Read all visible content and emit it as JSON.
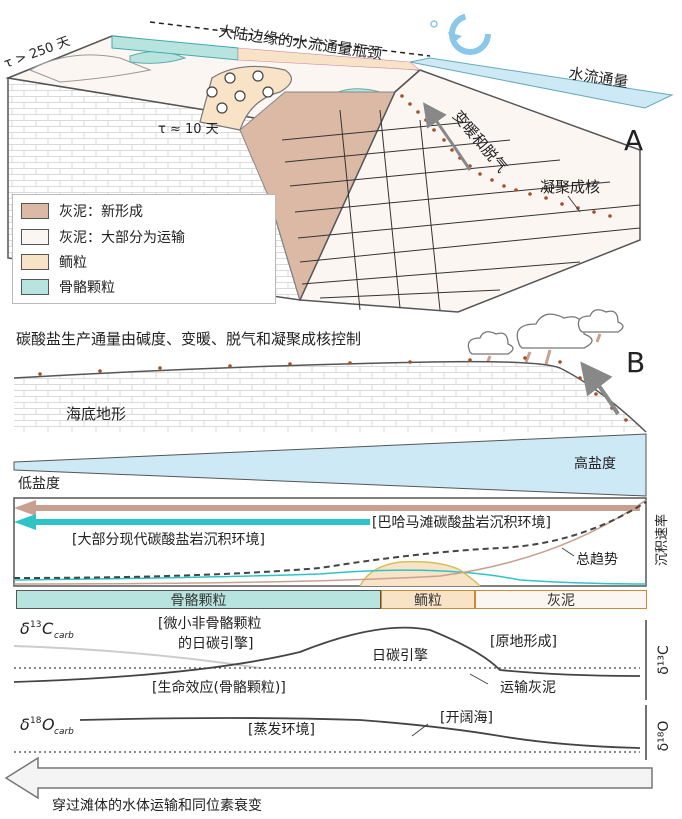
{
  "panel_a": {
    "top_title": "大陆边缘的水流通量瓶颈",
    "flux_label": "水流通量",
    "tau_long": "τ > 250 天",
    "tau_short": "τ ≈ 10 天",
    "warm_degas": "变暖和脱气",
    "nucleation": "凝聚成核",
    "panel_letter": "A"
  },
  "legend": {
    "items": [
      {
        "label": "灰泥：新形成",
        "color": "#dcb9a5"
      },
      {
        "label": "灰泥：大部分为运输",
        "color": "#fbf6f2"
      },
      {
        "label": "鲕粒",
        "color": "#f8e3c7"
      },
      {
        "label": "骨骼颗粒",
        "color": "#b8e4df"
      }
    ]
  },
  "panel_b": {
    "caption": "碳酸盐生产通量由碱度、变暖、脱气和凝聚成核控制",
    "panel_letter": "B",
    "seafloor": "海底地形",
    "low_salinity": "低盐度",
    "high_salinity": "高盐度",
    "bahamas_env": "[巴哈马滩碳酸盐岩沉积环境]",
    "modern_env": "[大部分现代碳酸盐岩沉积环境]",
    "overall_trend": "总趋势",
    "accum_rate": "沉积速率",
    "segments": {
      "skeletal": "骨骼颗粒",
      "ooid": "鲕粒",
      "mud": "灰泥"
    },
    "d13c_label_main": "δ",
    "d13c_label_sup": "13",
    "d13c_label_sub": "C",
    "d13c_label_subscript": "carb",
    "d13c_axis": "δ¹³C",
    "micro_skeletal_1": "[微小非骨骼颗粒",
    "micro_skeletal_2": "的日碳引擎]",
    "diurnal_engine": "日碳引擎",
    "in_situ": "[原地形成]",
    "vital_effect": "[生命效应(骨骼颗粒)]",
    "transported_mud": "运输灰泥",
    "d18o_label_main": "δ",
    "d18o_label_sup": "18",
    "d18o_label_sub": "O",
    "d18o_label_subscript": "carb",
    "d18o_axis": "δ¹⁸O",
    "evaporative": "[蒸发环境]",
    "open_sea": "[开阔海]",
    "bottom_arrow": "穿过滩体的水体运输和同位素衰变"
  },
  "colors": {
    "fresh_mud": "#dcb9a5",
    "transport_mud": "#fbf6f2",
    "ooid": "#f8e3c7",
    "skeletal": "#b8e4df",
    "water": "#cde9f5",
    "cyan_arrow": "#2ec4c6",
    "tan_arrow": "#c9a08f",
    "dot": "#a0522d"
  }
}
